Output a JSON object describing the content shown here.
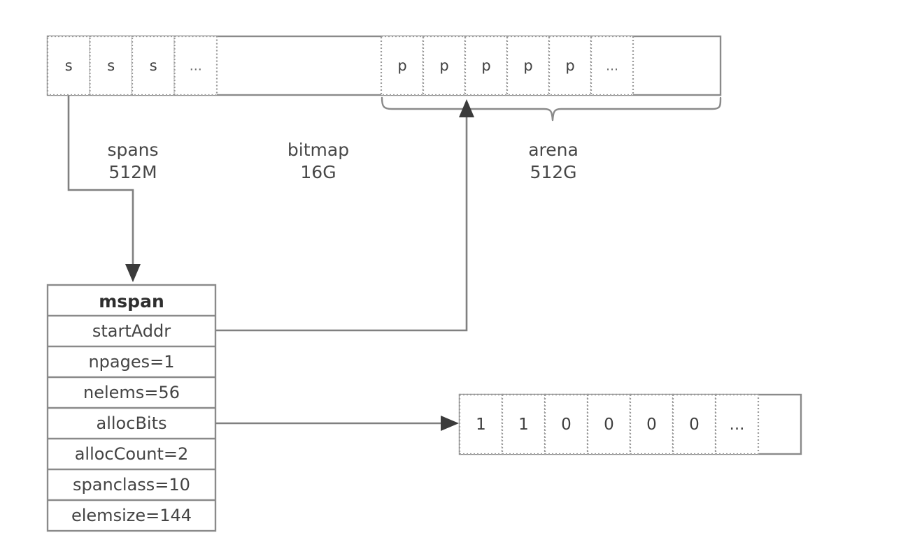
{
  "diagram": {
    "title": "Go runtime heap layout: spans, bitmap, arena and mspan structure",
    "colors": {
      "background": "#ffffff",
      "solid_border": "#8a8a8a",
      "dotted_border": "#9a9a9a",
      "connector": "#808080",
      "arrow": "#3b3b3b",
      "text": "#444444"
    }
  },
  "memory_bar": {
    "spans_cells": [
      {
        "label": "s"
      },
      {
        "label": "s"
      },
      {
        "label": "s"
      },
      {
        "label": "..."
      }
    ],
    "arena_cells": [
      {
        "label": "p"
      },
      {
        "label": "p"
      },
      {
        "label": "p"
      },
      {
        "label": "p"
      },
      {
        "label": "p"
      },
      {
        "label": "..."
      }
    ]
  },
  "regions": [
    {
      "name": "spans",
      "size": "512M"
    },
    {
      "name": "bitmap",
      "size": "16G"
    },
    {
      "name": "arena",
      "size": "512G"
    }
  ],
  "mspan": {
    "title": "mspan",
    "rows": [
      {
        "label": "startAddr"
      },
      {
        "label": "npages=1"
      },
      {
        "label": "nelems=56"
      },
      {
        "label": "allocBits"
      },
      {
        "label": "allocCount=2"
      },
      {
        "label": "spanclass=10"
      },
      {
        "label": "elemsize=144"
      }
    ]
  },
  "alloc_bits": {
    "cells": [
      {
        "label": "1"
      },
      {
        "label": "1"
      },
      {
        "label": "0"
      },
      {
        "label": "0"
      },
      {
        "label": "0"
      },
      {
        "label": "0"
      },
      {
        "label": "..."
      }
    ]
  }
}
